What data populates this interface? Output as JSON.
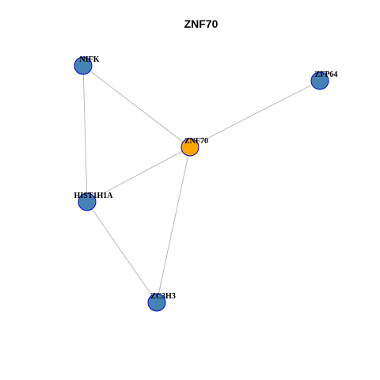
{
  "graph": {
    "title": "ZNF70",
    "colors": {
      "hub": "#ffa500",
      "node": "#4682b4",
      "border": "#0000cd",
      "edge": "#a9a9a9"
    },
    "nodes": [
      {
        "id": "NIFK",
        "label": "NIFK",
        "role": "node"
      },
      {
        "id": "ZFP64",
        "label": "ZFP64",
        "role": "node"
      },
      {
        "id": "ZNF70",
        "label": "ZNF70",
        "role": "hub"
      },
      {
        "id": "HIST1H1A",
        "label": "HIST1H1A",
        "role": "node"
      },
      {
        "id": "ZC3H3",
        "label": "ZC3H3",
        "role": "node"
      }
    ],
    "edges": [
      [
        "NIFK",
        "ZNF70"
      ],
      [
        "NIFK",
        "HIST1H1A"
      ],
      [
        "ZFP64",
        "ZNF70"
      ],
      [
        "ZNF70",
        "HIST1H1A"
      ],
      [
        "ZNF70",
        "ZC3H3"
      ],
      [
        "HIST1H1A",
        "ZC3H3"
      ]
    ]
  }
}
